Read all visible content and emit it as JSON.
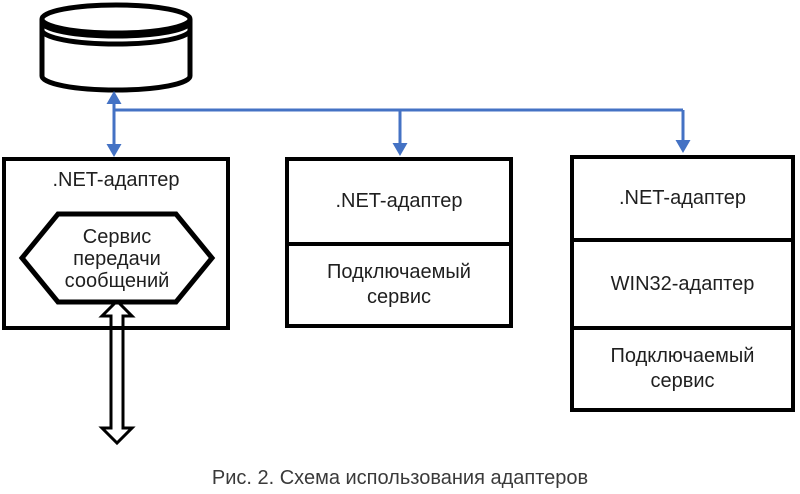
{
  "colors": {
    "connector_blue": "#4472C4",
    "shape_stroke": "#000000",
    "box_text": "#1f1f1f",
    "caption_text": "#3a3a3a"
  },
  "icons": {
    "database": "database-cylinder-icon",
    "bidirectional_arrow": "hollow-double-vertical-arrow-icon"
  },
  "left_box": {
    "title": ".NET-адаптер",
    "hexagon_label": "Сервис\nпередачи\nсообщений"
  },
  "middle_box": {
    "rows": [
      ".NET-адаптер",
      "Подключаемый\nсервис"
    ]
  },
  "right_box": {
    "rows": [
      ".NET-адаптер",
      "WIN32-адаптер",
      "Подключаемый\nсервис"
    ]
  },
  "caption": "Рис. 2. Схема использования адаптеров"
}
